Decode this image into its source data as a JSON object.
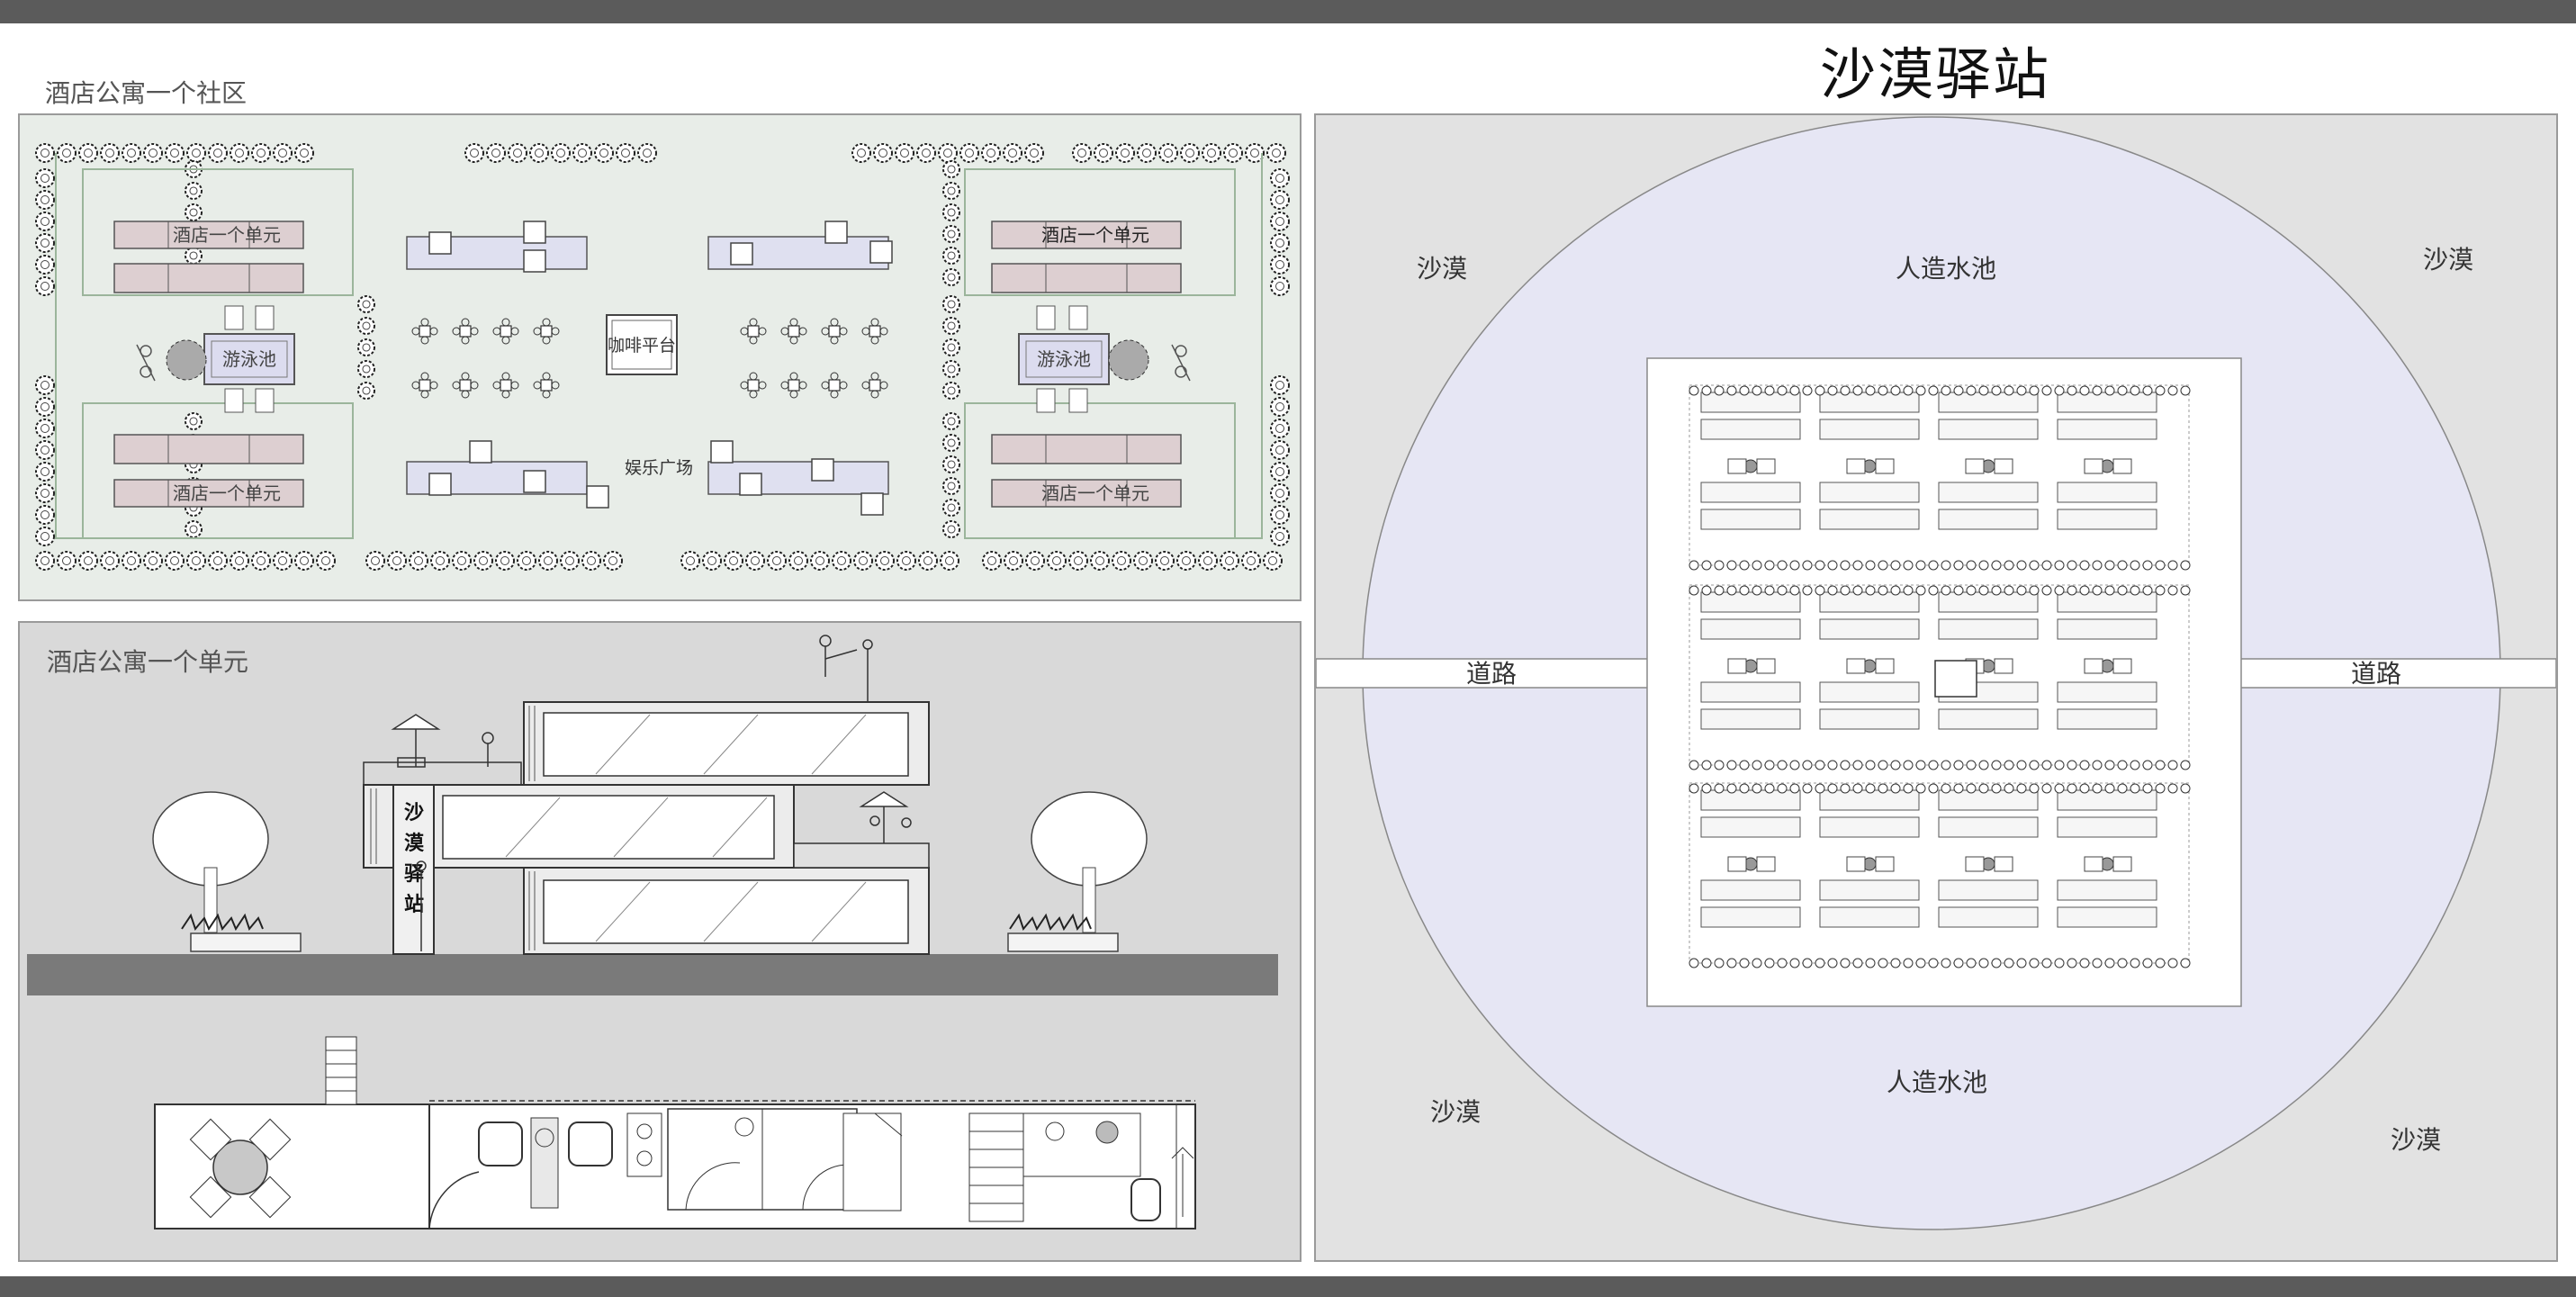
{
  "page_title": "沙漠驿站",
  "community_panel": {
    "caption": "酒店公寓一个社区",
    "unit_labels": [
      "酒店一个单元",
      "酒店一个单元",
      "酒店一个单元",
      "酒店一个单元"
    ],
    "pool_labels": [
      "游泳池",
      "游泳池"
    ],
    "cafe_label": "咖啡平台",
    "plaza_label": "娱乐广场"
  },
  "unit_panel": {
    "caption": "酒店公寓一个单元",
    "sign_text": [
      "沙",
      "漠",
      "驿",
      "站"
    ]
  },
  "site_panel": {
    "desert_labels": [
      "沙漠",
      "沙漠",
      "沙漠",
      "沙漠"
    ],
    "pond_labels": [
      "人造水池",
      "人造水池"
    ],
    "road_labels": [
      "道路",
      "道路"
    ]
  },
  "colors": {
    "community_bg": "#e8ede8",
    "unit_bg": "#d9d9d9",
    "site_bg": "#e2e2e2",
    "pond": "#e6e6f4",
    "unit_block": "#ddcfd1",
    "pool": "#dcdcef",
    "plaza_strip": "#dfe0f0",
    "ground": "#7a7a7a",
    "band": "#5b5b5b"
  }
}
